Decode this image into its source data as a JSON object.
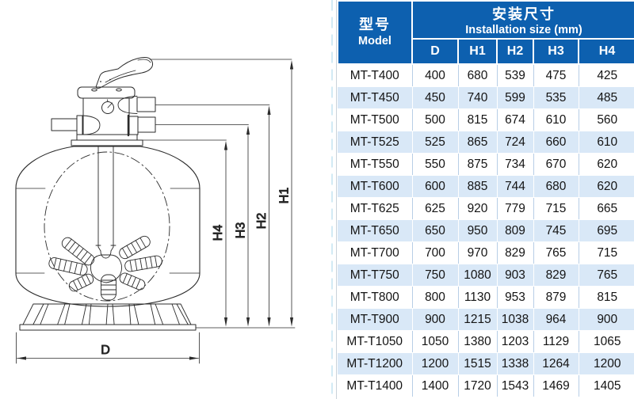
{
  "diagram": {
    "labels": {
      "D": "D",
      "H1": "H1",
      "H2": "H2",
      "H3": "H3",
      "H4": "H4"
    }
  },
  "table": {
    "model_header_zh": "型号",
    "model_header_en": "Model",
    "size_header_zh": "安装尺寸",
    "size_header_en": "Installation size (mm)",
    "columns": [
      "D",
      "H1",
      "H2",
      "H3",
      "H4"
    ],
    "rows": [
      {
        "model": "MT-T400",
        "values": [
          400,
          680,
          539,
          475,
          425
        ]
      },
      {
        "model": "MT-T450",
        "values": [
          450,
          740,
          599,
          535,
          485
        ]
      },
      {
        "model": "MT-T500",
        "values": [
          500,
          815,
          674,
          610,
          560
        ]
      },
      {
        "model": "MT-T525",
        "values": [
          525,
          865,
          724,
          660,
          610
        ]
      },
      {
        "model": "MT-T550",
        "values": [
          550,
          875,
          734,
          670,
          620
        ]
      },
      {
        "model": "MT-T600",
        "values": [
          600,
          885,
          744,
          680,
          620
        ]
      },
      {
        "model": "MT-T625",
        "values": [
          625,
          920,
          779,
          715,
          665
        ]
      },
      {
        "model": "MT-T650",
        "values": [
          650,
          950,
          809,
          745,
          695
        ]
      },
      {
        "model": "MT-T700",
        "values": [
          700,
          970,
          829,
          765,
          715
        ]
      },
      {
        "model": "MT-T750",
        "values": [
          750,
          1080,
          903,
          829,
          765
        ]
      },
      {
        "model": "MT-T800",
        "values": [
          800,
          1130,
          953,
          879,
          815
        ]
      },
      {
        "model": "MT-T900",
        "values": [
          900,
          1215,
          1038,
          964,
          900
        ]
      },
      {
        "model": "MT-T1050",
        "values": [
          1050,
          1380,
          1203,
          1129,
          1065
        ]
      },
      {
        "model": "MT-T1200",
        "values": [
          1200,
          1515,
          1338,
          1264,
          1200
        ]
      },
      {
        "model": "MT-T1400",
        "values": [
          1400,
          1720,
          1543,
          1469,
          1405
        ]
      }
    ],
    "colors": {
      "header_bg": "#0d60af",
      "alt_row": "#d9e8f7",
      "grid": "#b7cee6"
    }
  }
}
